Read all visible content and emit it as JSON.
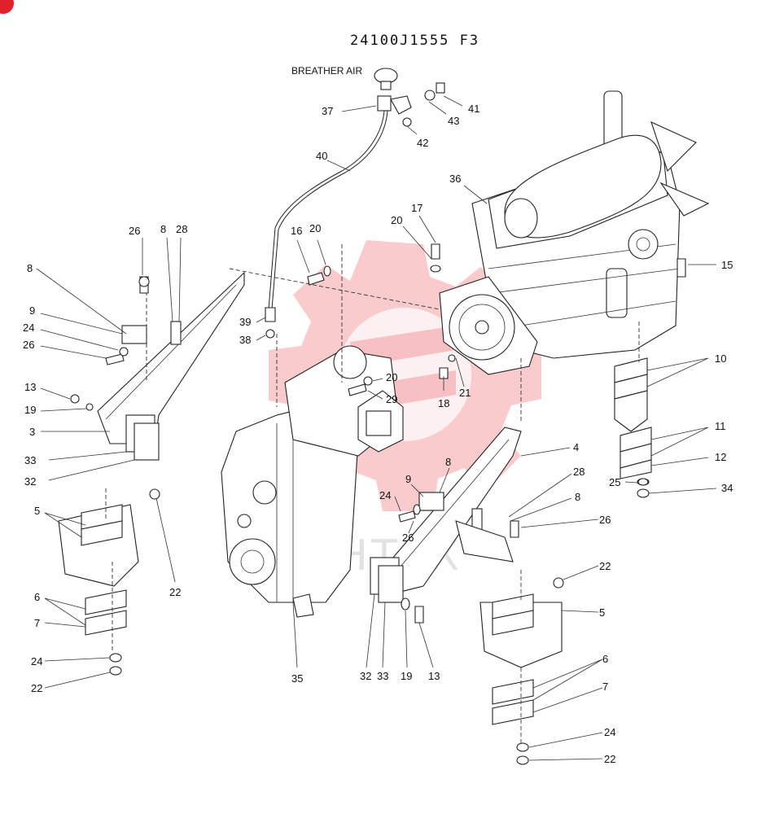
{
  "diagram": {
    "code": "24100J1555  F3",
    "breather_label": "BREATHER AIR",
    "watermark_text": "ИНТЕХ",
    "watermark_color": "#e8454d",
    "callouts": [
      {
        "id": "c41",
        "text": "41"
      },
      {
        "id": "c43",
        "text": "43"
      },
      {
        "id": "c37",
        "text": "37"
      },
      {
        "id": "c42",
        "text": "42"
      },
      {
        "id": "c40",
        "text": "40"
      },
      {
        "id": "c36",
        "text": "36"
      },
      {
        "id": "c17",
        "text": "17"
      },
      {
        "id": "c20a",
        "text": "20"
      },
      {
        "id": "c16",
        "text": "16"
      },
      {
        "id": "c20b",
        "text": "20"
      },
      {
        "id": "c15",
        "text": "15"
      },
      {
        "id": "c26a",
        "text": "26"
      },
      {
        "id": "c8a",
        "text": "8"
      },
      {
        "id": "c28a",
        "text": "28"
      },
      {
        "id": "c8b",
        "text": "8"
      },
      {
        "id": "c9a",
        "text": "9"
      },
      {
        "id": "c24a",
        "text": "24"
      },
      {
        "id": "c26b",
        "text": "26"
      },
      {
        "id": "c39",
        "text": "39"
      },
      {
        "id": "c38",
        "text": "38"
      },
      {
        "id": "c10",
        "text": "10"
      },
      {
        "id": "c20c",
        "text": "20"
      },
      {
        "id": "c29",
        "text": "29"
      },
      {
        "id": "c18",
        "text": "18"
      },
      {
        "id": "c21",
        "text": "21"
      },
      {
        "id": "c13a",
        "text": "13"
      },
      {
        "id": "c19a",
        "text": "19"
      },
      {
        "id": "c3",
        "text": "3"
      },
      {
        "id": "c11",
        "text": "11"
      },
      {
        "id": "c4",
        "text": "4"
      },
      {
        "id": "c12",
        "text": "12"
      },
      {
        "id": "c33a",
        "text": "33"
      },
      {
        "id": "c32a",
        "text": "32"
      },
      {
        "id": "c25",
        "text": "25"
      },
      {
        "id": "c34",
        "text": "34"
      },
      {
        "id": "c9b",
        "text": "9"
      },
      {
        "id": "c8c",
        "text": "8"
      },
      {
        "id": "c28b",
        "text": "28"
      },
      {
        "id": "c24b",
        "text": "24"
      },
      {
        "id": "c8d",
        "text": "8"
      },
      {
        "id": "c26c",
        "text": "26"
      },
      {
        "id": "c26d",
        "text": "26"
      },
      {
        "id": "c5a",
        "text": "5"
      },
      {
        "id": "c22a",
        "text": "22"
      },
      {
        "id": "c22b",
        "text": "22"
      },
      {
        "id": "c5b",
        "text": "5"
      },
      {
        "id": "c6a",
        "text": "6"
      },
      {
        "id": "c7a",
        "text": "7"
      },
      {
        "id": "c6b",
        "text": "6"
      },
      {
        "id": "c7b",
        "text": "7"
      },
      {
        "id": "c24c",
        "text": "24"
      },
      {
        "id": "c22c",
        "text": "22"
      },
      {
        "id": "c32b",
        "text": "32"
      },
      {
        "id": "c33b",
        "text": "33"
      },
      {
        "id": "c19b",
        "text": "19"
      },
      {
        "id": "c13b",
        "text": "13"
      },
      {
        "id": "c35",
        "text": "35"
      },
      {
        "id": "c24d",
        "text": "24"
      },
      {
        "id": "c22d",
        "text": "22"
      }
    ]
  }
}
